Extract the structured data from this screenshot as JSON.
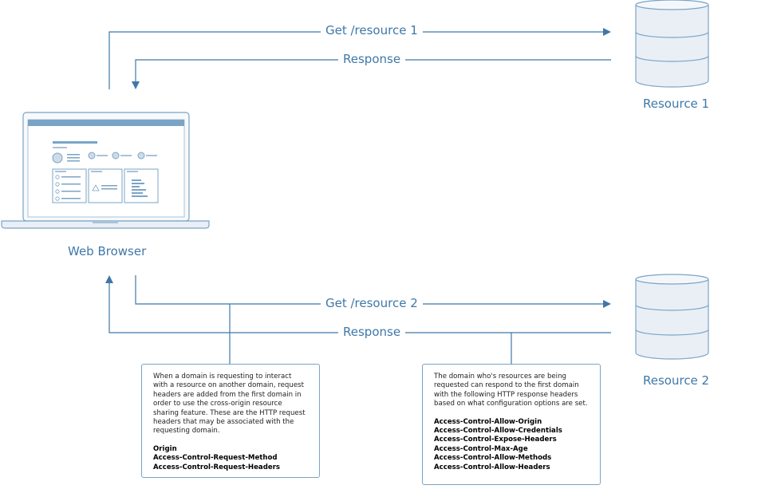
{
  "top_flow": {
    "request_label": "Get /resource 1",
    "response_label": "Response",
    "resource_label": "Resource 1"
  },
  "bottom_flow": {
    "request_label": "Get /resource 2",
    "response_label": "Response",
    "resource_label": "Resource 2"
  },
  "browser": {
    "label": "Web Browser"
  },
  "request_note": {
    "text": "When a domain is requesting to interact with a resource on another domain, request headers are added from the first domain in order to use the cross-origin resource sharing feature. These are the HTTP request headers that may be associated with the requesting domain.",
    "headers": [
      "Origin",
      "Access-Control-Request-Method",
      "Access-Control-Request-Headers"
    ]
  },
  "response_note": {
    "text": "The domain who's resources are being requested can respond to the first domain with the following HTTP response headers based on what configuration options are set.",
    "headers": [
      "Access-Control-Allow-Origin",
      "Access-Control-Allow-Credentials",
      "Access-Control-Expose-Headers",
      "Access-Control-Max-Age",
      "Access-Control-Allow-Methods",
      "Access-Control-Allow-Headers"
    ]
  },
  "colors": {
    "accent": "#3f78a8",
    "line": "#7aa4c6",
    "fill_light": "#e9eff5"
  }
}
